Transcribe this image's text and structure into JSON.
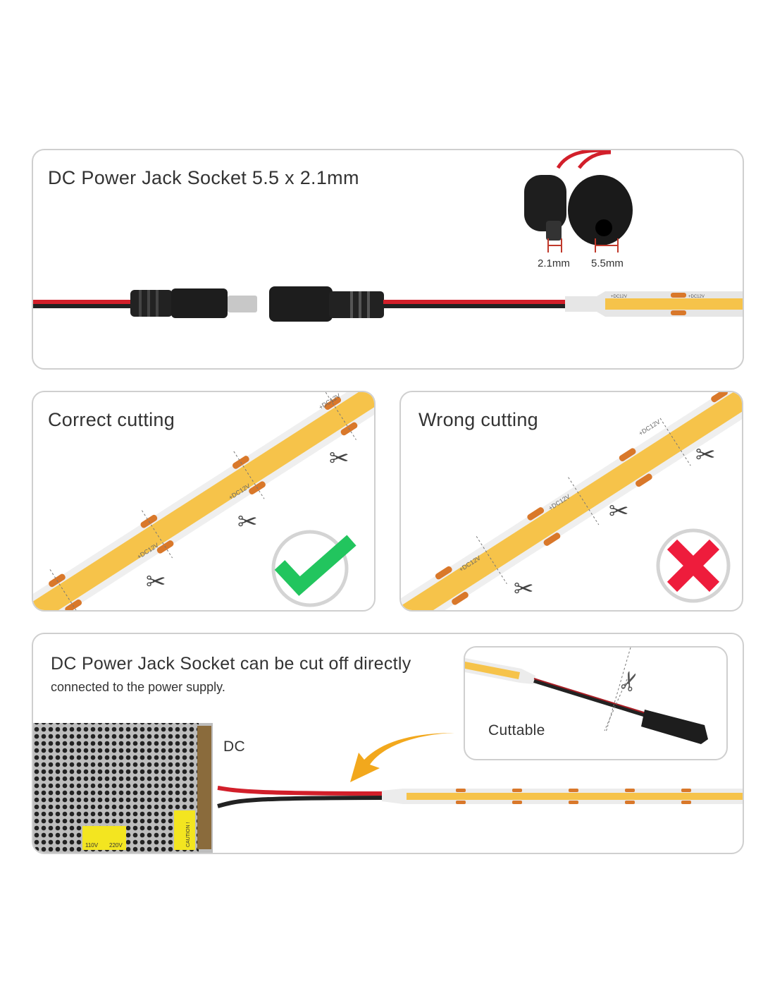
{
  "panel_top": {
    "title": "DC Power Jack Socket 5.5 x 2.1mm",
    "dimension_small": "2.1mm",
    "dimension_large": "5.5mm",
    "strip_marking": "+DC12V"
  },
  "panel_correct": {
    "title": "Correct cutting",
    "strip_marking": "+DC12V"
  },
  "panel_wrong": {
    "title": "Wrong cutting",
    "strip_marking": "+DC12V"
  },
  "panel_bottom": {
    "title": "DC Power Jack Socket can be cut off directly",
    "subtitle": "connected to the power supply.",
    "dc_label": "DC",
    "cuttable_label": "Cuttable",
    "psu_label_low": "110V",
    "psu_label_high": "220V",
    "psu_caution": "CAUTION !"
  },
  "colors": {
    "led": "#f6c34a",
    "pad": "#d9782a",
    "check": "#22c55e",
    "cross": "#ee1c3c",
    "arrow": "#f2a81d",
    "border": "#cfcfcf"
  }
}
